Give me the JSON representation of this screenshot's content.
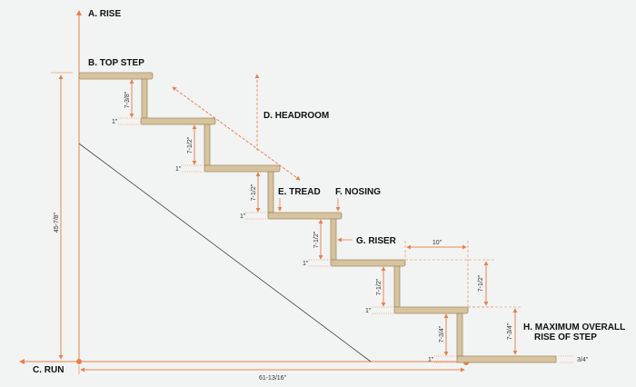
{
  "labels": {
    "rise": "A. RISE",
    "top_step": "B. TOP STEP",
    "run": "C. RUN",
    "headroom": "D. HEADROOM",
    "tread": "E. TREAD",
    "nosing": "F. NOSING",
    "riser": "G. RISER",
    "max_rise_line1": "H. MAXIMUM OVERALL",
    "max_rise_line2": "RISE OF STEP"
  },
  "dimensions": {
    "total_rise": "45-7/8\"",
    "total_run": "61-13/16\"",
    "top_riser": "7-3/8\"",
    "riser_2": "7-1/2\"",
    "riser_3": "7-1/2\"",
    "riser_4": "7-1/2\"",
    "riser_5": "7-1/2\"",
    "riser_6": "7-3/4\"",
    "tread_thickness": "1\"",
    "tread_depth": "10\"",
    "side_riser": "7-1/2\"",
    "max_rise": "7-3/4\"",
    "bottom_thickness": "3/4\""
  },
  "colors": {
    "background": "#f2f3f3",
    "wood": "#d7c39e",
    "wood_edge": "#a08c68",
    "accent": "#e8804a",
    "stringer": "#444444"
  }
}
